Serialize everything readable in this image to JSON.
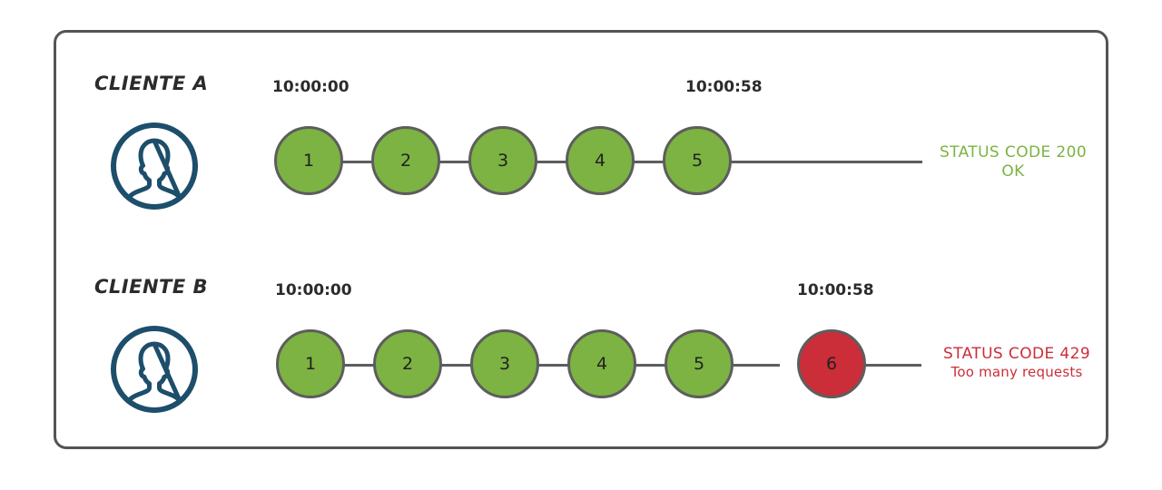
{
  "diagram": {
    "title": "Rate limiting per client diagram",
    "frame": {
      "border_color": "#545454"
    },
    "colors": {
      "node_ok": "#7CB342",
      "node_error": "#CB2E38",
      "node_border": "#5d5d5d",
      "link": "#5d5d5d",
      "avatar": "#1D4E6B",
      "text": "#2b2b2b",
      "status_ok": "#7CB342",
      "status_error": "#CB2E38"
    },
    "rows": [
      {
        "id": "cliente-a",
        "label": "CLIENTE A",
        "avatar_icon": "user-avatar-icon",
        "start_time": "10:00:00",
        "end_time": "10:00:58",
        "nodes": [
          {
            "label": "1",
            "state": "ok"
          },
          {
            "label": "2",
            "state": "ok"
          },
          {
            "label": "3",
            "state": "ok"
          },
          {
            "label": "4",
            "state": "ok"
          },
          {
            "label": "5",
            "state": "ok"
          }
        ],
        "status": {
          "state": "ok",
          "line1": "STATUS CODE 200",
          "line2": "OK"
        }
      },
      {
        "id": "cliente-b",
        "label": "CLIENTE B",
        "avatar_icon": "user-avatar-icon",
        "start_time": "10:00:00",
        "end_time": "10:00:58",
        "nodes": [
          {
            "label": "1",
            "state": "ok"
          },
          {
            "label": "2",
            "state": "ok"
          },
          {
            "label": "3",
            "state": "ok"
          },
          {
            "label": "4",
            "state": "ok"
          },
          {
            "label": "5",
            "state": "ok"
          },
          {
            "label": "6",
            "state": "error"
          }
        ],
        "status": {
          "state": "error",
          "line1": "STATUS CODE 429",
          "line2": "Too many requests"
        }
      }
    ]
  }
}
